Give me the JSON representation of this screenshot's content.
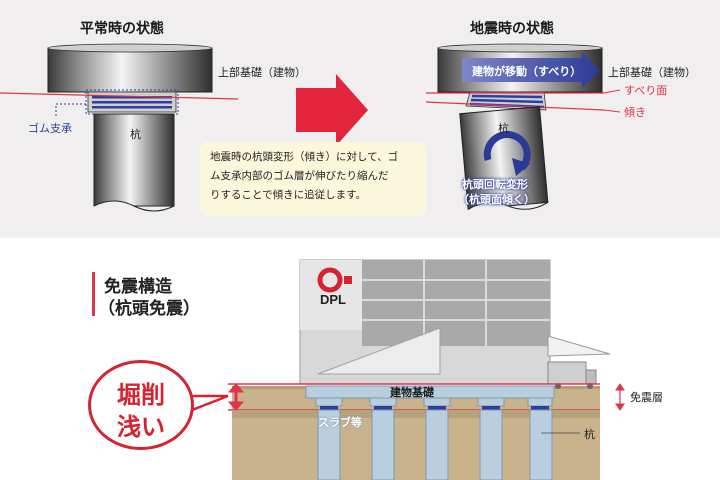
{
  "normal": {
    "title": "平常時の状態",
    "upper_label": "上部基礎（建物）",
    "rubber_label": "ゴム支承",
    "pile_label": "杭"
  },
  "quake": {
    "title": "地震時の状態",
    "upper_label": "上部基礎（建物）",
    "move_label": "建物が移動（すべり）",
    "slide_label": "すべり面",
    "tilt_label": "傾き",
    "pile_label": "杭",
    "rotate_line1": "杭頭回転変形",
    "rotate_line2": "（杭頭面傾く）"
  },
  "note": {
    "line1": "地震時の杭頭変形（傾き）に対して、ゴ",
    "line2": "ム支承内部のゴム層が伸びたり縮んだ",
    "line3": "りすることで傾きに追従します。"
  },
  "structure": {
    "title_line1": "免震構造",
    "title_line2": "（杭頭免震）",
    "bubble_line1": "堀削",
    "bubble_line2": "浅い",
    "logo_text": "DPL",
    "building_base_label": "建物基礎",
    "slab_label": "スラブ等",
    "isolation_layer_label": "免震層",
    "pile_label": "杭"
  },
  "colors": {
    "accent_red": "#e0334c",
    "rubber_blue": "#2f3e9e",
    "note_bg": "#fbf7dd",
    "soil": "#c9b38c",
    "pile_blue": "#b9cfdf"
  }
}
